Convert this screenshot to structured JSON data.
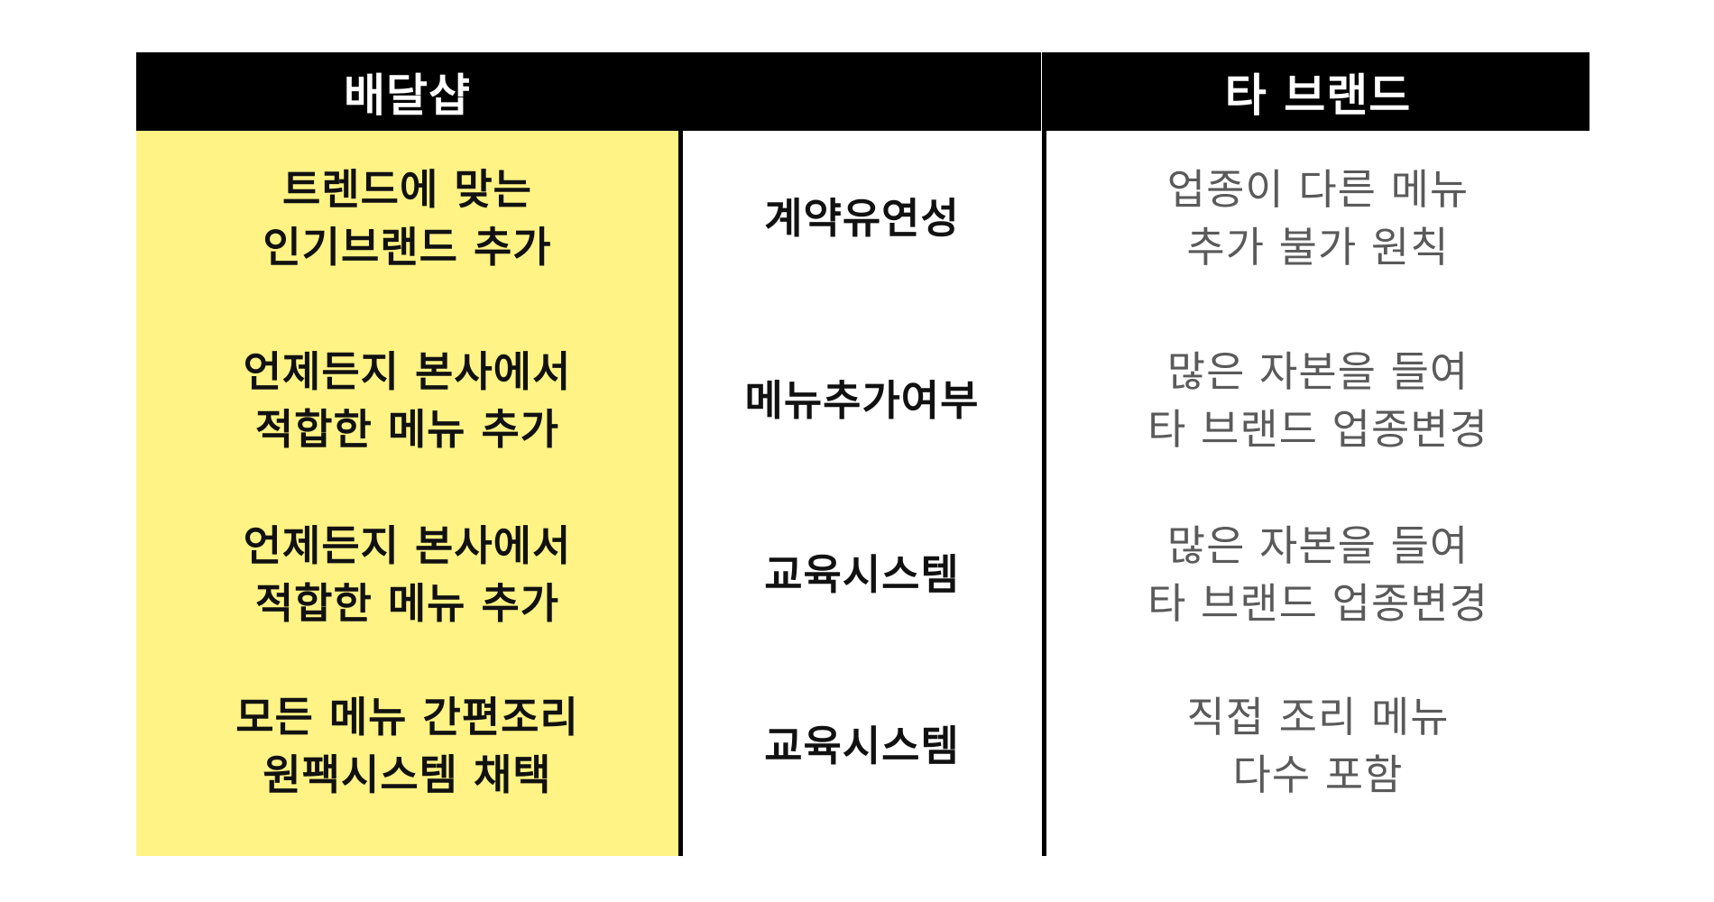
{
  "headers": {
    "left": "배달샵",
    "middle": "",
    "right": "타 브랜드"
  },
  "rows": [
    {
      "left": [
        "트렌드에 맞는",
        "인기브랜드 추가"
      ],
      "middle": "계약유연성",
      "right": [
        "업종이 다른 메뉴",
        "추가 불가 원칙"
      ]
    },
    {
      "left": [
        "언제든지 본사에서",
        "적합한 메뉴 추가"
      ],
      "middle": "메뉴추가여부",
      "right": [
        "많은 자본을 들여",
        "타 브랜드 업종변경"
      ]
    },
    {
      "left": [
        "언제든지 본사에서",
        "적합한 메뉴 추가"
      ],
      "middle": "교육시스템",
      "right": [
        "많은 자본을 들여",
        "타 브랜드 업종변경"
      ]
    },
    {
      "left": [
        "모든 메뉴 간편조리",
        "원팩시스템 채택"
      ],
      "middle": "교육시스템",
      "right": [
        "직접 조리 메뉴",
        "다수 포함"
      ]
    }
  ],
  "colors": {
    "header_bg": "#000000",
    "header_text": "#ffffff",
    "highlight_bg": "#fff385",
    "muted_text": "#5a5a5a"
  }
}
